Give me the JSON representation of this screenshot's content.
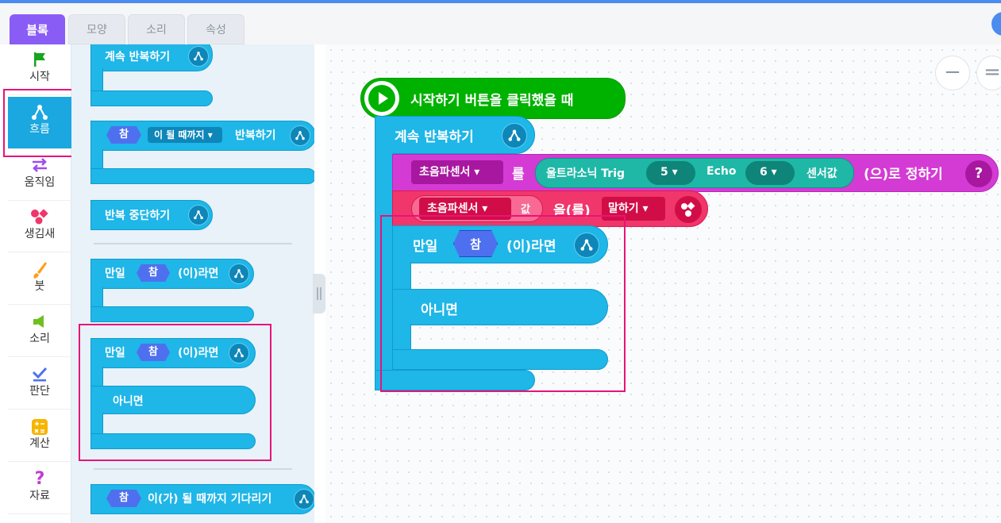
{
  "tabs": [
    "블록",
    "모양",
    "소리",
    "속성"
  ],
  "categories": [
    {
      "label": "시작",
      "icon": "flag-icon"
    },
    {
      "label": "흐름",
      "icon": "flow-icon"
    },
    {
      "label": "움직임",
      "icon": "arrows-icon"
    },
    {
      "label": "생김새",
      "icon": "shapes-icon"
    },
    {
      "label": "붓",
      "icon": "brush-icon"
    },
    {
      "label": "소리",
      "icon": "speaker-icon"
    },
    {
      "label": "판단",
      "icon": "check-icon"
    },
    {
      "label": "계산",
      "icon": "calculator-icon"
    },
    {
      "label": "자료",
      "icon": "question-icon"
    }
  ],
  "palette": {
    "forever": "계속 반복하기",
    "repeat_until_cond": "참",
    "repeat_until_dd": "이 될 때까지",
    "repeat_until_text": "반복하기",
    "break_loop": "반복 중단하기",
    "if_text": "만일",
    "if_cond": "참",
    "if_suffix": "(이)라면",
    "ifelse_text": "만일",
    "ifelse_cond": "참",
    "ifelse_suffix": "(이)라면",
    "else_text": "아니면",
    "wait_cond": "참",
    "wait_text": "이(가) 될 때까지 기다리기"
  },
  "script": {
    "hat": "시작하기 버튼을 클릭했을 때",
    "forever": "계속 반복하기",
    "set_var": "초음파센서",
    "set_particle": "를",
    "sensor_name": "울트라소닉 Trig",
    "trig_pin": "5",
    "echo_label": "Echo",
    "echo_pin": "6",
    "sensor_value": "센서값",
    "set_suffix": "(으)로 정하기",
    "say_var": "초음파센서",
    "say_value": "값",
    "say_particle": "을(를)",
    "say_dd": "말하기",
    "if_text": "만일",
    "if_cond": "참",
    "if_suffix": "(이)라면",
    "else_text": "아니면"
  },
  "zoom": {
    "out": "−",
    "reset": "="
  },
  "colors": {
    "flow": "#1fb6e8",
    "start": "#00b200",
    "hardware": "#d43bd4",
    "looks": "#f0366a",
    "condition": "#4f70ee",
    "highlight": "#e8137a"
  }
}
